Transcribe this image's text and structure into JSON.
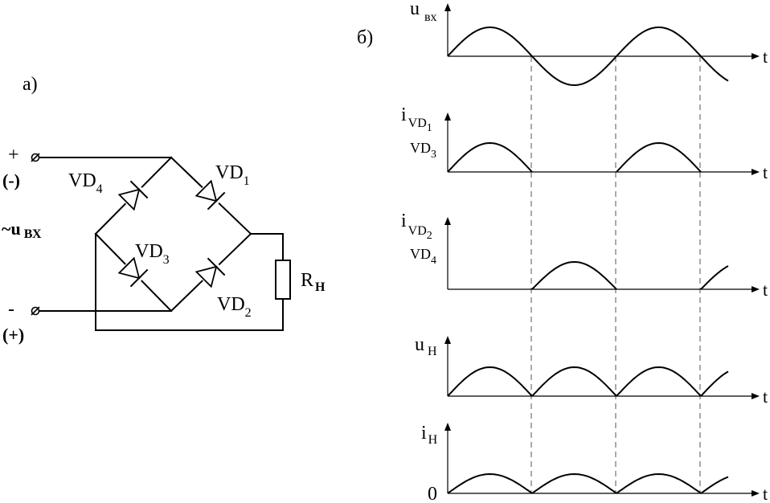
{
  "panel_a": {
    "label": "а)",
    "term_top_sign": "+",
    "term_top_alt": "(-)",
    "term_bot_sign": "-",
    "term_bot_alt": "(+)",
    "input_tilde": "~",
    "input_u": "u",
    "input_sub": "ВХ",
    "vd1": "VD",
    "vd1_sub": "1",
    "vd2": "VD",
    "vd2_sub": "2",
    "vd3": "VD",
    "vd3_sub": "3",
    "vd4": "VD",
    "vd4_sub": "4",
    "load": "R",
    "load_sub": "Н"
  },
  "panel_b": {
    "label": "б)",
    "axis_t": "t",
    "zero": "0",
    "traces": [
      {
        "id": "u-in",
        "main": "u",
        "sub": "вх",
        "sub2": "",
        "sub2_index": "",
        "kind": "sine"
      },
      {
        "id": "i-vd13",
        "main": "i",
        "sub": "VD",
        "sub_index": "1",
        "sub2": "VD",
        "sub2_index": "3",
        "kind": "odd"
      },
      {
        "id": "i-vd24",
        "main": "i",
        "sub": "VD",
        "sub_index": "2",
        "sub2": "VD",
        "sub2_index": "4",
        "kind": "even"
      },
      {
        "id": "u-load",
        "main": "u",
        "sub": "Н",
        "sub2": "",
        "sub2_index": "",
        "kind": "full"
      },
      {
        "id": "i-load",
        "main": "i",
        "sub": "Н",
        "sub2": "",
        "sub2_index": "",
        "kind": "full-low"
      }
    ]
  }
}
